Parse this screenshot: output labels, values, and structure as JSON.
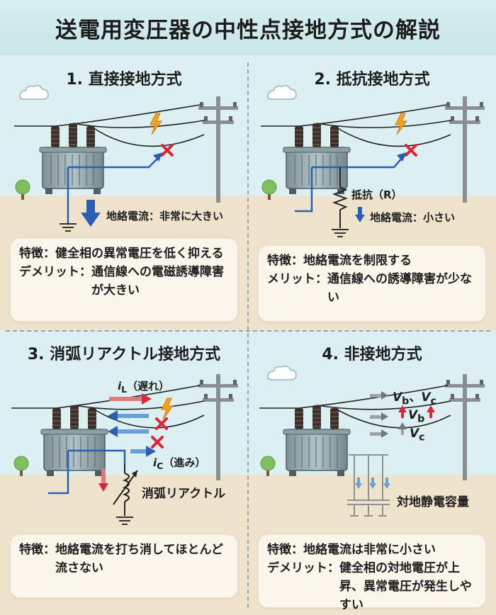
{
  "title": "送電用変圧器の中性点接地方式の解説",
  "colors": {
    "sky": "#d9eef0",
    "ground": "#f0e3cc",
    "accent_blue": "#2b5fb5",
    "fault_red": "#d9263a",
    "lightning": "#f4a21f"
  },
  "panels": [
    {
      "title": "1. 直接接地方式",
      "labels": {
        "current": "地絡電流：非常に大きい"
      },
      "card": {
        "rows": [
          {
            "k": "特徴：",
            "v": "健全相の異常電圧を低く抑える"
          },
          {
            "k": "デメリット：",
            "v": "通信線への電磁誘導障害が大きい"
          }
        ]
      },
      "icons": [
        "cloud-icon",
        "lightning-icon",
        "fault-x-icon",
        "tree-icon",
        "ground-icon"
      ]
    },
    {
      "title": "2. 抵抗接地方式",
      "labels": {
        "resistor": "抵抗（R）",
        "current": "地絡電流：小さい"
      },
      "card": {
        "rows": [
          {
            "k": "特徴：",
            "v": "地絡電流を制限する"
          },
          {
            "k": "メリット：",
            "v": "通信線への誘導障害が少ない"
          }
        ]
      }
    },
    {
      "title": "3. 消弧リアクトル接地方式",
      "labels": {
        "iL_symbol": "i",
        "iL_sub": "L",
        "iL_note": "（遅れ）",
        "iC_symbol": "i",
        "iC_sub": "C",
        "iC_note": "（進み）",
        "reactor": "消弧リアクトル"
      },
      "card": {
        "rows": [
          {
            "k": "特徴：",
            "v": "地絡電流を打ち消してほとんど流さない"
          }
        ]
      }
    },
    {
      "title": "4. 非接地方式",
      "labels": {
        "v_top": "V",
        "v_top_sub1": "b",
        "v_sep": "、",
        "v_top2": "V",
        "v_top_sub2": "c",
        "v_mid": "V",
        "v_mid_sub": "b",
        "v_low": "V",
        "v_low_sub": "c",
        "capacitance": "対地静電容量"
      },
      "card": {
        "rows": [
          {
            "k": "特徴：",
            "v": "地絡電流は非常に小さい"
          },
          {
            "k": "デメリット：",
            "v": "健全相の対地電圧が上昇、異常電圧が発生しやすい"
          }
        ]
      }
    }
  ]
}
